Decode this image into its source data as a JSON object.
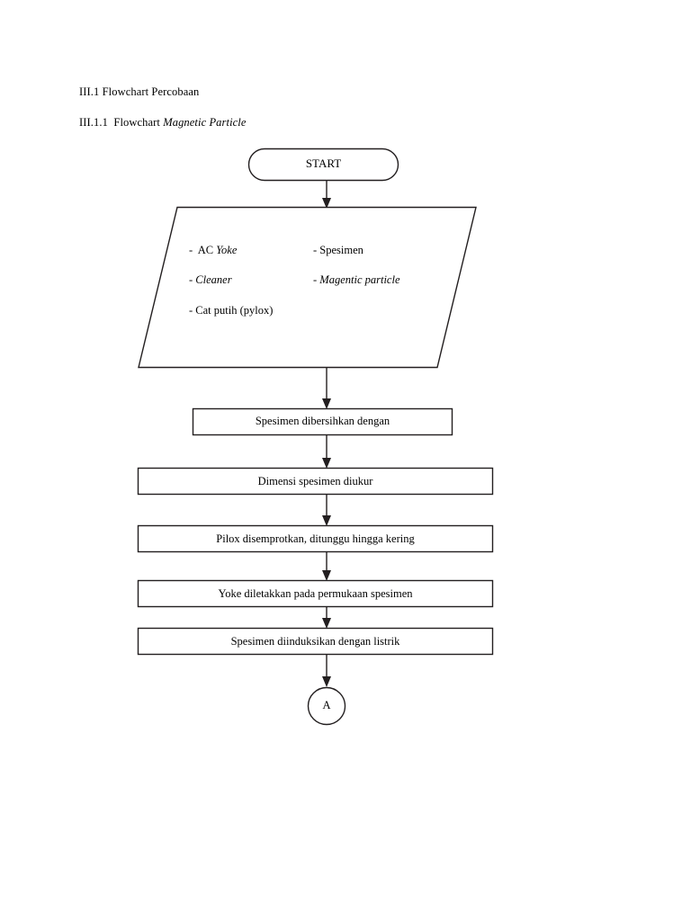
{
  "document": {
    "background_color": "#ffffff",
    "ink_color": "#231f20",
    "headings": [
      {
        "number": "III.1",
        "text": "Flowchart Percobaan",
        "italic_part": ""
      },
      {
        "number": "III.1.1",
        "text": "Flowchart ",
        "italic_part": "Magnetic Particle"
      }
    ]
  },
  "flowchart": {
    "title": "Flowchart Magnetic Particle",
    "start": {
      "shape": "terminator-oval",
      "label": "START"
    },
    "input_block": {
      "shape": "parallelogram",
      "items_left": [
        {
          "bullet": "-",
          "text": "AC ",
          "italic_part": "Yoke"
        },
        {
          "bullet": "-",
          "text": "",
          "italic_part": "Cleaner"
        },
        {
          "bullet": "-",
          "text": "Cat putih (pylox)",
          "italic_part": ""
        }
      ],
      "items_right": [
        {
          "bullet": "-",
          "text": "Spesimen",
          "italic_part": ""
        },
        {
          "bullet": "-",
          "text": "",
          "italic_part": "Magentic particle"
        }
      ]
    },
    "process_steps": [
      {
        "shape": "rectangle",
        "label": "Spesimen dibersihkan dengan"
      },
      {
        "shape": "rectangle",
        "label": "Dimensi spesimen diukur"
      },
      {
        "shape": "rectangle",
        "label": "Pilox disemprotkan, ditunggu hingga kering"
      },
      {
        "shape": "rectangle",
        "label": "Yoke diletakkan pada permukaan spesimen"
      },
      {
        "shape": "rectangle",
        "label": "Spesimen diinduksikan dengan listrik"
      }
    ],
    "connector": {
      "shape": "circle",
      "label": "A"
    }
  }
}
